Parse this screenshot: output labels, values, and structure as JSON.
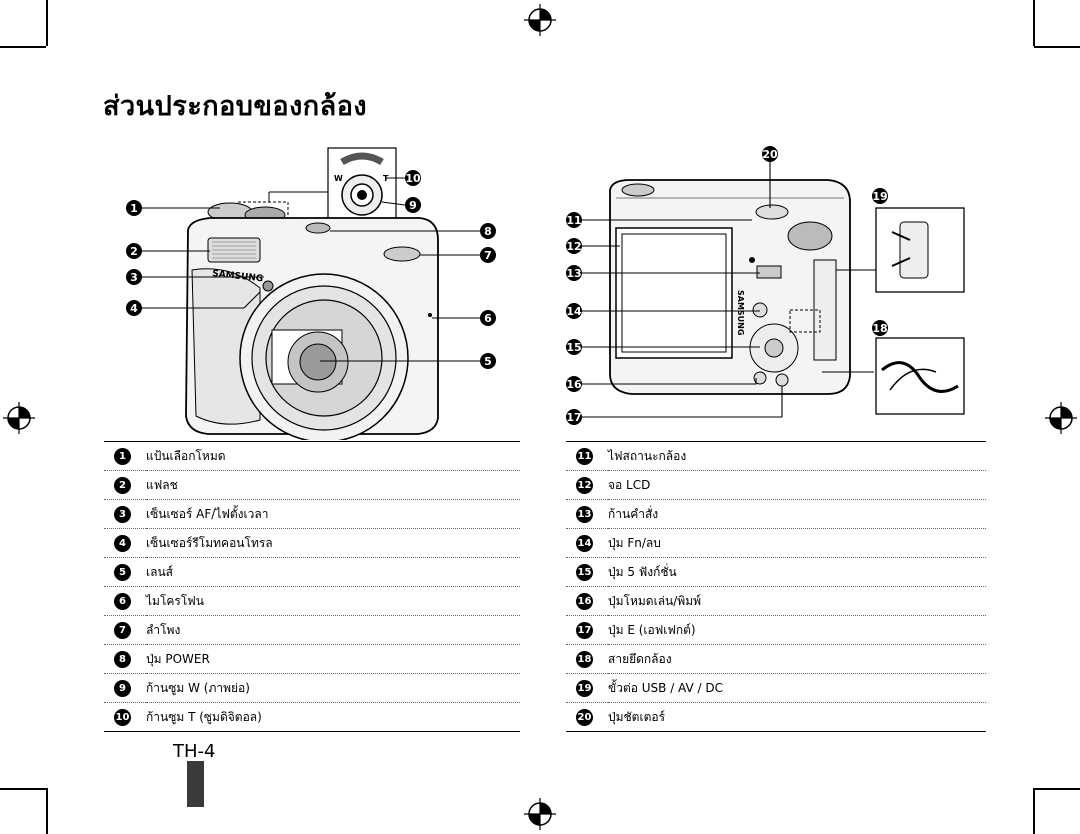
{
  "page": {
    "title": "ส่วนประกอบของกล้อง",
    "page_number": "TH-4"
  },
  "front_labels": [
    {
      "num": "1",
      "text": "แป้นเลือกโหมด"
    },
    {
      "num": "2",
      "text": "แฟลช"
    },
    {
      "num": "3",
      "text": "เซ็นเซอร์ AF/ไฟตั้งเวลา"
    },
    {
      "num": "4",
      "text": "เซ็นเซอร์รีโมทคอนโทรล"
    },
    {
      "num": "5",
      "text": "เลนส์"
    },
    {
      "num": "6",
      "text": "ไมโครโฟน"
    },
    {
      "num": "7",
      "text": "ลำโพง"
    },
    {
      "num": "8",
      "text": "ปุ่ม POWER"
    },
    {
      "num": "9",
      "text": "ก้านซูม W (ภาพย่อ)"
    },
    {
      "num": "10",
      "text": "ก้านซูม T (ซูมดิจิตอล)"
    }
  ],
  "back_labels": [
    {
      "num": "11",
      "text": "ไฟสถานะกล้อง"
    },
    {
      "num": "12",
      "text": "จอ LCD"
    },
    {
      "num": "13",
      "text": "ก้านคำสั่ง"
    },
    {
      "num": "14",
      "text": "ปุ่ม Fn/ลบ"
    },
    {
      "num": "15",
      "text": "ปุ่ม 5 ฟังก์ชั่น"
    },
    {
      "num": "16",
      "text": "ปุ่มโหมดเล่น/พิมพ์"
    },
    {
      "num": "17",
      "text": "ปุ่ม E (เอฟเฟกต์)"
    },
    {
      "num": "18",
      "text": "สายยึดกล้อง"
    },
    {
      "num": "19",
      "text": "ขั้วต่อ USB / AV / DC"
    },
    {
      "num": "20",
      "text": "ปุ่มชัตเตอร์"
    }
  ],
  "camera": {
    "brand_front": "SAMSUNG",
    "brand_back": "SAMSUNG",
    "zoom_w": "W",
    "zoom_t": "T"
  }
}
